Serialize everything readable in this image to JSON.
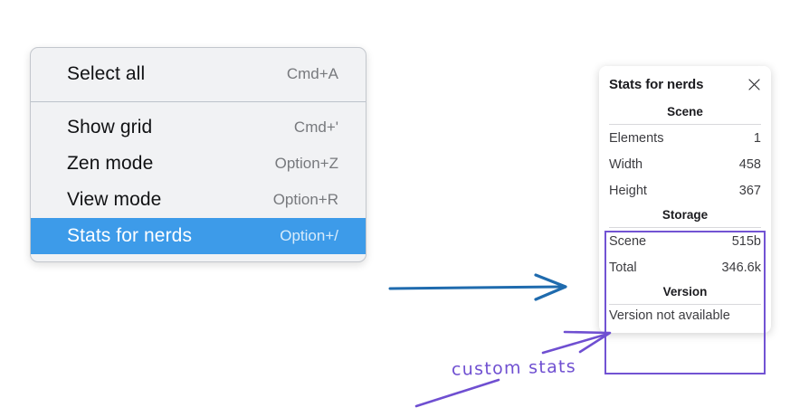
{
  "context_menu": {
    "name": "canvas-context-menu",
    "groups": [
      {
        "items": [
          {
            "label": "Select all",
            "shortcut": "Cmd+A",
            "selected": false
          }
        ]
      },
      {
        "items": [
          {
            "label": "Show grid",
            "shortcut": "Cmd+'",
            "selected": false
          },
          {
            "label": "Zen mode",
            "shortcut": "Option+Z",
            "selected": false
          },
          {
            "label": "View mode",
            "shortcut": "Option+R",
            "selected": false
          },
          {
            "label": "Stats for nerds",
            "shortcut": "Option+/",
            "selected": true
          }
        ]
      }
    ],
    "highlight_color": "#3d9be9"
  },
  "stats_panel": {
    "title": "Stats for nerds",
    "close_icon": "close-icon",
    "sections": [
      {
        "heading": "Scene",
        "rows": [
          {
            "key": "Elements",
            "value": "1"
          },
          {
            "key": "Width",
            "value": "458"
          },
          {
            "key": "Height",
            "value": "367"
          }
        ]
      },
      {
        "heading": "Storage",
        "rows": [
          {
            "key": "Scene",
            "value": "515b"
          },
          {
            "key": "Total",
            "value": "346.6k"
          }
        ]
      },
      {
        "heading": "Version",
        "note": "Version not available"
      }
    ]
  },
  "annotations": {
    "blue_arrow_color": "#1f6bae",
    "purple_color": "#6f4fd1",
    "highlight_box_color": "#7253d3",
    "handwritten_label": "custom stats"
  }
}
